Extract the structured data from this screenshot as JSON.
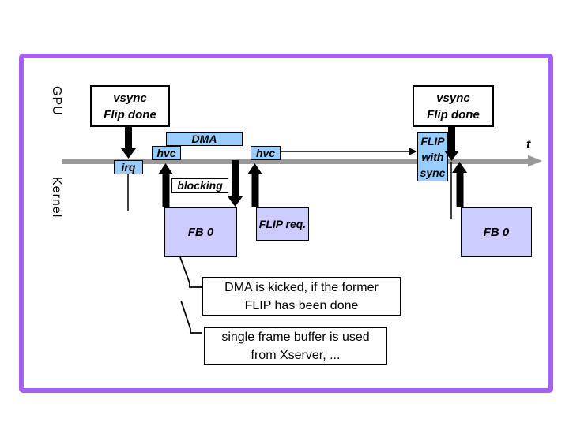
{
  "colors": {
    "frame": "#A761F0",
    "event_blue": "#99CCFF",
    "buffer_lavender": "#CCCCFF",
    "timeline_gray": "#999999",
    "arrow_black": "#000000"
  },
  "lanes": {
    "gpu": "GPU",
    "kernel": "Kernel"
  },
  "timeline": {
    "axis_label": "t"
  },
  "events": {
    "vsync_left": "vsync\nFlip done",
    "vsync_right": "vsync\nFlip done",
    "dma": "DMA",
    "hvc_left": "hvc",
    "hvc_right": "hvc",
    "irq": "irq",
    "flip_with_sync": "FLIP\nwith\nsync",
    "blocking": "blocking",
    "fb0_left": "FB 0",
    "flip_req": "FLIP req.",
    "fb0_right": "FB 0"
  },
  "callouts": {
    "dma_note": "DMA is kicked, if the former\nFLIP has been done",
    "fb_note": "single frame buffer is used\nfrom Xserver, ..."
  }
}
